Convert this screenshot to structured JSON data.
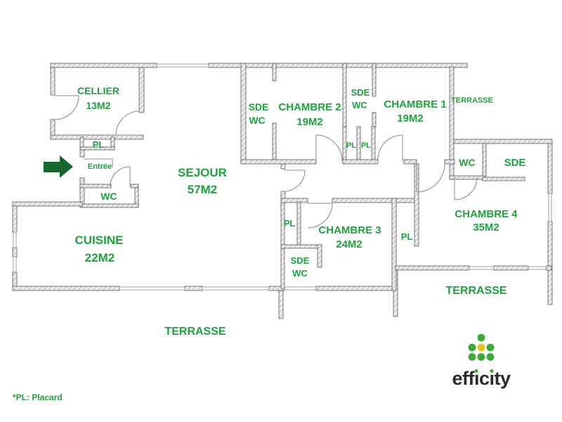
{
  "colors": {
    "label_green": "#1da33c",
    "arrow_green": "#15672e",
    "wall_outline": "#5a5a5a",
    "logo_green": "#3aab35",
    "logo_yellow": "#e5c417",
    "logo_text": "#2b2b2b"
  },
  "rooms": {
    "cellier": {
      "name": "CELLIER",
      "area": "13M2"
    },
    "sde_wc_top": {
      "line1": "SDE",
      "line2": "WC"
    },
    "chambre2": {
      "name": "CHAMBRE 2",
      "area": "19M2"
    },
    "sde_wc_mid": {
      "line1": "SDE",
      "line2": "WC"
    },
    "chambre1": {
      "name": "CHAMBRE 1",
      "area": "19M2"
    },
    "sejour": {
      "name": "SEJOUR",
      "area": "57M2"
    },
    "cuisine": {
      "name": "CUISINE",
      "area": "22M2"
    },
    "chambre3": {
      "name": "CHAMBRE 3",
      "area": "24M2"
    },
    "chambre4": {
      "name": "CHAMBRE 4",
      "area": "35M2"
    },
    "sde_wc_bottom": {
      "line1": "SDE",
      "line2": "WC"
    },
    "wc_entry": {
      "name": "WC"
    },
    "wc_right": {
      "name": "WC"
    },
    "sde_right": {
      "name": "SDE"
    },
    "terrasse_top_right": {
      "name": "TERRASSE"
    },
    "terrasse_bottom_left": {
      "name": "TERRASSE"
    },
    "terrasse_bottom_right": {
      "name": "TERRASSE"
    }
  },
  "closets": {
    "pl_cellier": "PL",
    "pl_hall_1": "PL",
    "pl_hall_2": "PL",
    "pl_chambre3": "PL",
    "pl_chambre4": "PL"
  },
  "annotations": {
    "entree": "Entrée",
    "footnote": "*PL: Placard"
  },
  "logo": {
    "brand": "efficity",
    "part_a": "eff",
    "dotless_i": "ı",
    "part_b": "c",
    "part_c": "ty"
  }
}
